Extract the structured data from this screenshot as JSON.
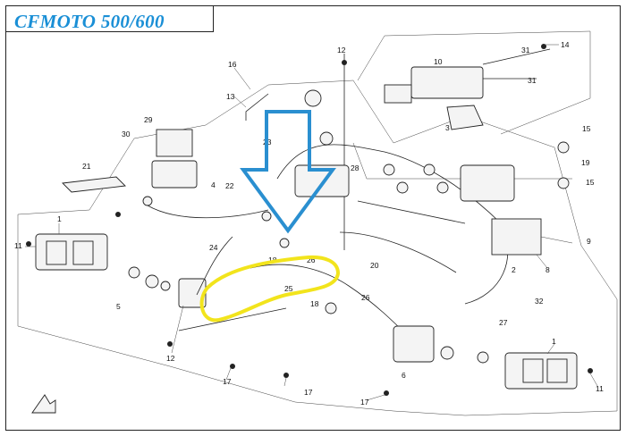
{
  "title": "CFMOTO 500/600",
  "callouts": [
    "1",
    "2",
    "3",
    "4",
    "5",
    "6",
    "8",
    "9",
    "10",
    "11",
    "12",
    "13",
    "14",
    "15",
    "16",
    "17",
    "18",
    "19",
    "20",
    "21",
    "22",
    "23",
    "24",
    "25",
    "26",
    "27",
    "28",
    "29",
    "30",
    "31",
    "32"
  ],
  "annotations": {
    "arrow_color": "#2a8fd0",
    "highlight_color": "#f2e41c",
    "arrow_icon": "blue-down-arrow",
    "highlight_icon": "yellow-loop-highlight"
  }
}
